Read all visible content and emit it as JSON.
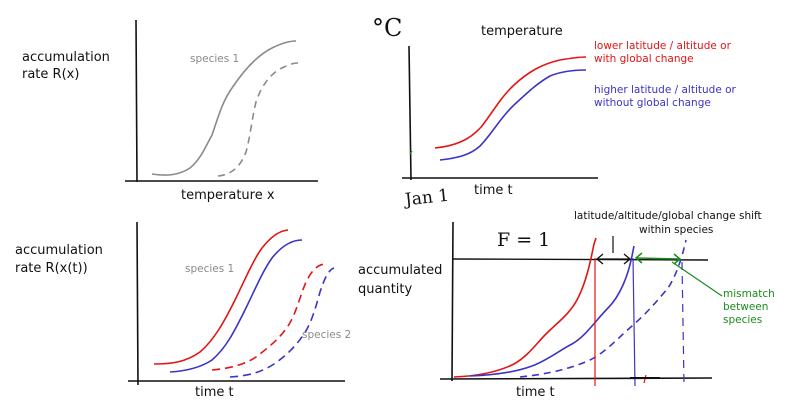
{
  "panels": {
    "top_left": {
      "ylabel_line1": "accumulation",
      "ylabel_line2": "rate R(x)",
      "xlabel": "temperature x",
      "series_label": "species 1"
    },
    "top_right": {
      "unit": "°C",
      "title": "temperature",
      "xlabel": "time t",
      "x_tick": "Jan 1",
      "legend_red_line1": "lower latitude / altitude or",
      "legend_red_line2": "with global change",
      "legend_blue_line1": "higher latitude / altitude or",
      "legend_blue_line2": "without global change"
    },
    "bottom_left": {
      "ylabel_line1": "accumulation",
      "ylabel_line2": "rate R(x(t))",
      "xlabel": "time t",
      "species1_label": "species 1",
      "species2_label": "species 2"
    },
    "bottom_right": {
      "ylabel_line1": "accumulated",
      "ylabel_line2": "quantity",
      "xlabel": "time t",
      "threshold_label": "F = 1",
      "shift_label_line1": "latitude/altitude/global change shift",
      "shift_label_line2": "within species",
      "mismatch_line1": "mismatch",
      "mismatch_line2": "between",
      "mismatch_line3": "species"
    }
  },
  "colors": {
    "red": "#e31414",
    "blue": "#3b34c4",
    "grey": "#8a8a8a",
    "green": "#1a8c1a",
    "axis": "#111111"
  }
}
